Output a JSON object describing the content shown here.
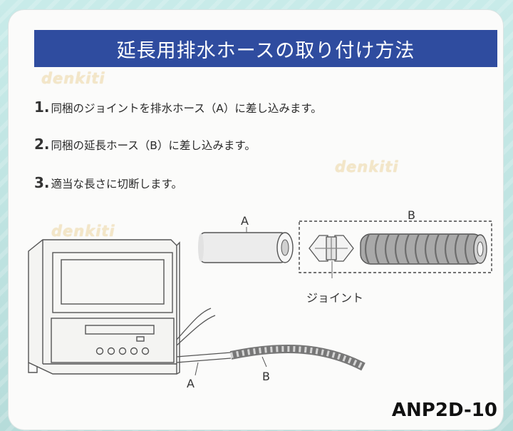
{
  "title": "延長用排水ホースの取り付け方法",
  "watermark": "denkiti",
  "steps": [
    {
      "num": "1.",
      "text": "同梱のジョイントを排水ホース（A）に差し込みます。"
    },
    {
      "num": "2.",
      "text": "同梱の延長ホース（B）に差し込みます。"
    },
    {
      "num": "3.",
      "text": "適当な長さに切断します。"
    }
  ],
  "labels": {
    "a_top": "A",
    "b_top": "B",
    "joint": "ジョイント",
    "a_bottom": "A",
    "b_bottom": "B"
  },
  "model": "ANP2D-10"
}
